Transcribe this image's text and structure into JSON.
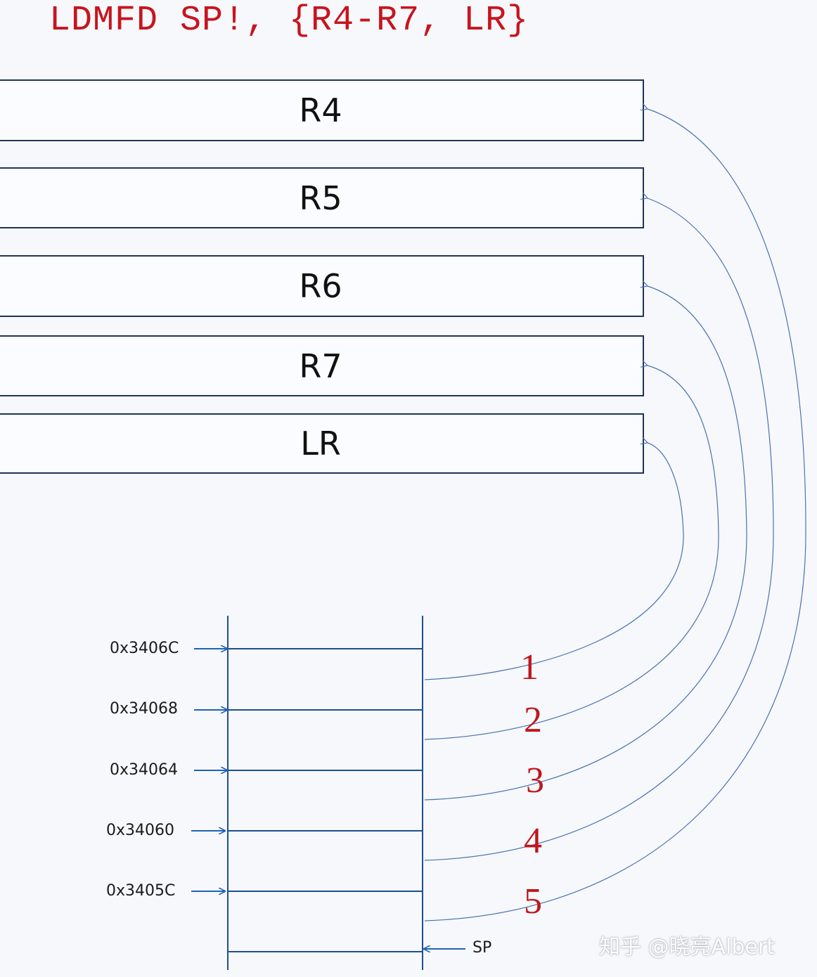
{
  "title": "LDMFD SP!, {R4-R7, LR}",
  "registers": [
    "R4",
    "R5",
    "R6",
    "R7",
    "LR"
  ],
  "stack": {
    "addresses": [
      "0x3406C",
      "0x34068",
      "0x34064",
      "0x34060",
      "0x3405C"
    ],
    "order_numbers": [
      "1",
      "2",
      "3",
      "4",
      "5"
    ],
    "sp_label": "SP"
  },
  "watermark": "知乎 @晓亮Albert",
  "colors": {
    "title": "#c8141e",
    "register_border": "#1f3557",
    "stack_lines": "#1f4f8f",
    "arrows": "#1e63b4",
    "curves": "#4a72b0",
    "numbers": "#c0161d"
  }
}
